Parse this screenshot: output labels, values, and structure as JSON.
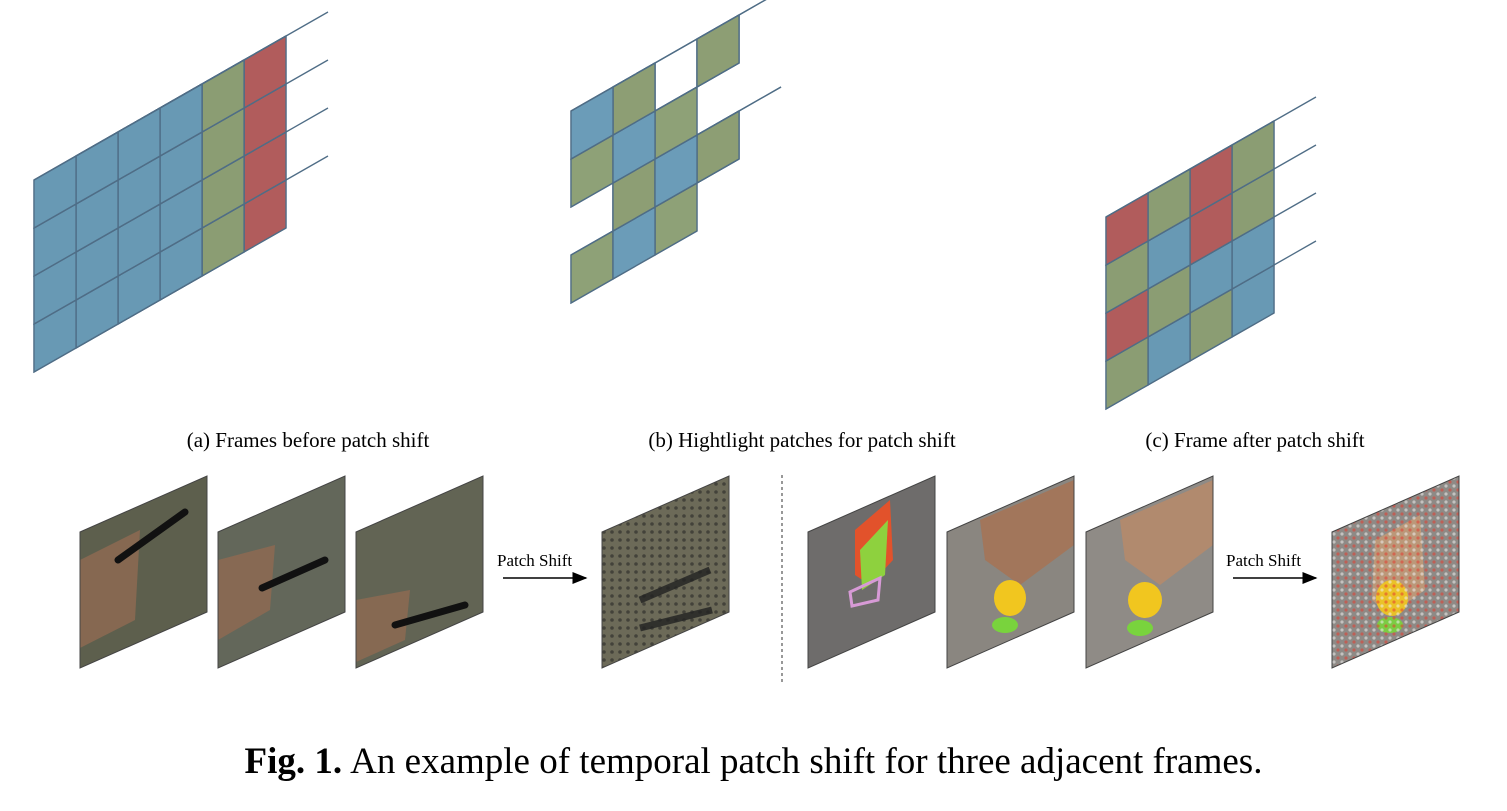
{
  "figure": {
    "label": "Fig. 1.",
    "caption": "An example of temporal patch shift for three adjacent frames."
  },
  "subfigures": {
    "a": "(a) Frames before patch shift",
    "b": "(b) Hightlight patches for patch shift",
    "c": "(c) Frame after patch shift"
  },
  "arrows": {
    "left": "Patch Shift",
    "right": "Patch Shift"
  },
  "colors": {
    "red": "#d87070",
    "green": "#a9c08c",
    "blue": "#7fbbdc",
    "edge": "#4f6d86"
  }
}
